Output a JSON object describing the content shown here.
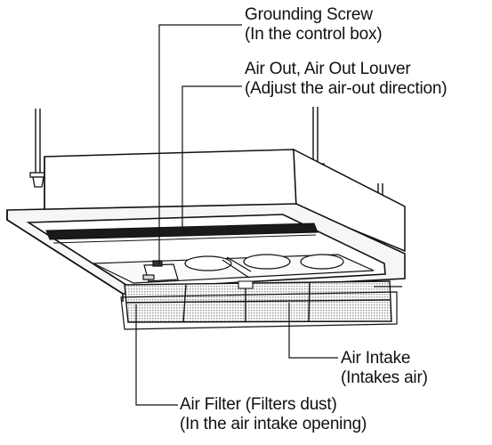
{
  "labels": {
    "grounding_screw": {
      "line1": "Grounding Screw",
      "line2": "(In the control box)"
    },
    "air_out": {
      "line1": "Air Out, Air Out Louver",
      "line2": "(Adjust the air-out direction)"
    },
    "air_intake": {
      "line1": "Air Intake",
      "line2": "(Intakes air)"
    },
    "air_filter": {
      "line1": "Air Filter (Filters dust)",
      "line2": "(In the air intake opening)"
    }
  },
  "colors": {
    "line": "#111111",
    "panel_fill": "#f4f4f4",
    "louver": "#1a1a1a",
    "mesh": "#bdbdbd"
  }
}
